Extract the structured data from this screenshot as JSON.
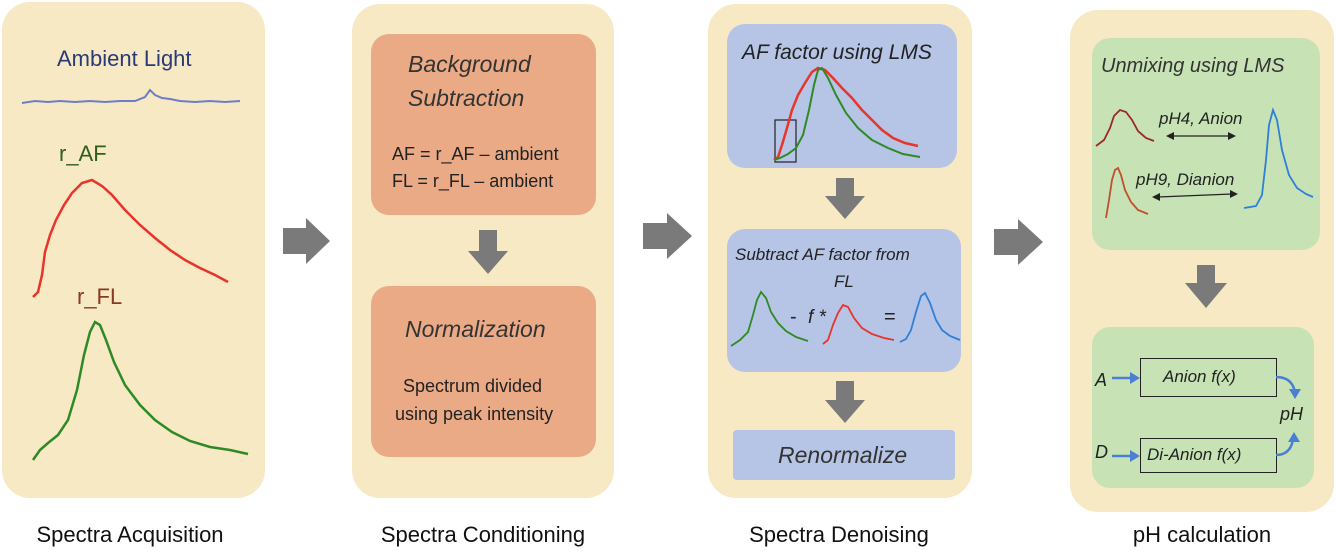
{
  "colors": {
    "panel_bg": "#f6e9c4",
    "orange_box": "#eaaa86",
    "blue_box": "#b6c4e6",
    "green_box": "#c7e2b5",
    "arrow_gray": "#7a7a7a",
    "curve_red": "#e8342a",
    "curve_green": "#2f8a25",
    "curve_blue": "#2f7fd8",
    "curve_ambient": "#6b7fc8",
    "curve_darkred": "#9a2a2a",
    "curve_brownred": "#c0502a"
  },
  "acquisition": {
    "ambient_label": "Ambient Light",
    "raf_label": "r_AF",
    "rfl_label": "r_FL",
    "caption": "Spectra Acquisition"
  },
  "conditioning": {
    "bg_title_line1": "Background",
    "bg_title_line2": "Subtraction",
    "eq1": "AF =  r_AF – ambient",
    "eq2": "FL  =  r_FL – ambient",
    "norm_title": "Normalization",
    "norm_line1": "Spectrum divided",
    "norm_line2": "using peak intensity",
    "caption": "Spectra Conditioning"
  },
  "denoising": {
    "af_title": "AF factor using LMS",
    "subtract_line1": "Subtract AF factor from",
    "subtract_line2": "FL",
    "minus": "-",
    "f_star": "f *",
    "equals": "=",
    "renorm": "Renormalize",
    "caption": "Spectra Denoising"
  },
  "ph": {
    "unmix_title": "Unmixing using LMS",
    "ph4_label": "pH4, Anion",
    "ph9_label": "pH9, Dianion",
    "a_label": "A",
    "d_label": "D",
    "anion_fx": "Anion f(x)",
    "dianion_fx": "Di-Anion f(x)",
    "ph_out": "pH",
    "caption": "pH calculation"
  }
}
